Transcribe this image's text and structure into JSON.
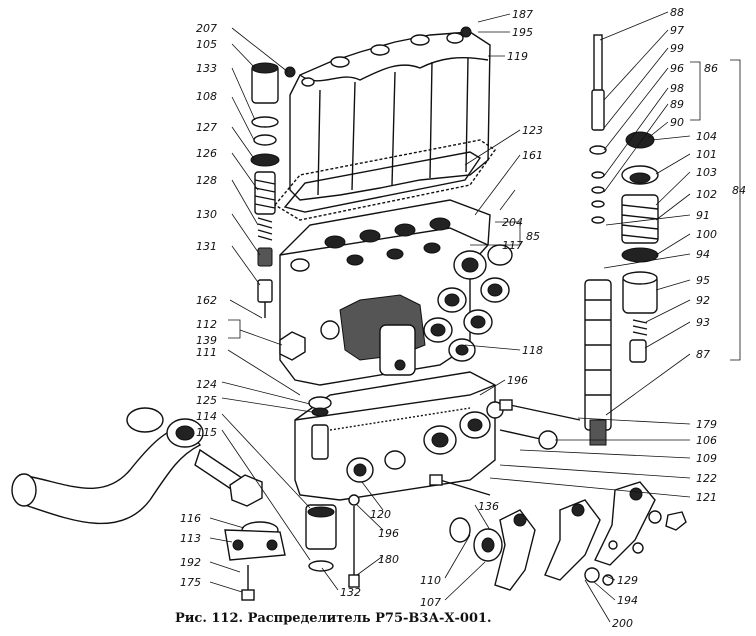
{
  "caption": "Рис. 112. Распределитель Р75-В3А-Х-001.",
  "labels": {
    "l207": "207",
    "l105": "105",
    "l133": "133",
    "l108": "108",
    "l127": "127",
    "l126": "126",
    "l128": "128",
    "l130": "130",
    "l131": "131",
    "l162": "162",
    "l112": "112",
    "l139": "139",
    "l111": "111",
    "l124": "124",
    "l125": "125",
    "l114": "114",
    "l115": "115",
    "l116": "116",
    "l113": "113",
    "l192": "192",
    "l175": "175",
    "l187": "187",
    "l195": "195",
    "l119": "119",
    "l123": "123",
    "l161": "161",
    "l204": "204",
    "l117": "117",
    "l85": "85",
    "l118": "118",
    "l196a": "196",
    "l196b": "196",
    "l120": "120",
    "l180": "180",
    "l132": "132",
    "l136": "136",
    "l110": "110",
    "l107": "107",
    "l88": "88",
    "l97": "97",
    "l99": "99",
    "l96": "96",
    "l86": "86",
    "l98": "98",
    "l89": "89",
    "l90": "90",
    "l104": "104",
    "l101": "101",
    "l103": "103",
    "l84": "84",
    "l102": "102",
    "l91": "91",
    "l100": "100",
    "l94": "94",
    "l95": "95",
    "l92": "92",
    "l93": "93",
    "l87": "87",
    "l179": "179",
    "l106": "106",
    "l109": "109",
    "l122": "122",
    "l121": "121",
    "l129": "129",
    "l194": "194",
    "l200": "200"
  }
}
